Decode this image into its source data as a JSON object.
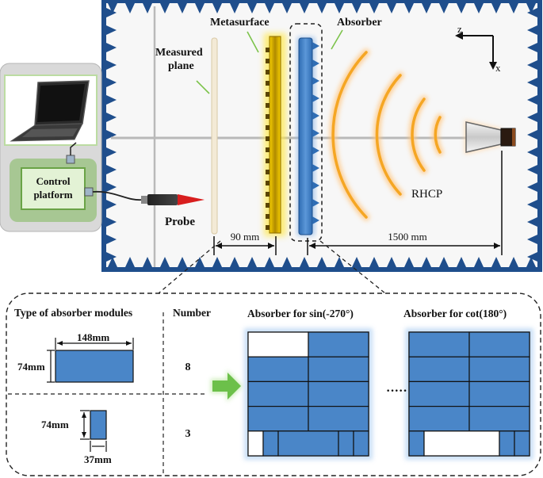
{
  "labels": {
    "metasurface": "Metasurface",
    "absorber": "Absorber",
    "measured_plane_1": "Measured",
    "measured_plane_2": "plane",
    "axis_z": "z",
    "axis_x": "x",
    "rhcp": "RHCP",
    "probe": "Probe",
    "control_1": "Control",
    "control_2": "platform",
    "dim_90": "90 mm",
    "dim_1500": "1500 mm"
  },
  "table": {
    "col_type": "Type of absorber modules",
    "col_number": "Number",
    "module1_width": "148mm",
    "module1_height": "74mm",
    "module1_count": "8",
    "module2_height": "74mm",
    "module2_width": "37mm",
    "module2_count": "3"
  },
  "layouts": {
    "left_title": "Absorber for sin(-270°)",
    "right_title": "Absorber for cot(180°)",
    "ellipsis": "·····"
  },
  "colors": {
    "chamber_border": "#1f4e8c",
    "absorber_blue": "#4a86c8",
    "metasurface_yellow": "#f2c400",
    "wave_orange": "#f5a623",
    "arrow_green": "#6cc04a",
    "control_green": "#9bcf7a",
    "probe_red": "#d81e1e"
  }
}
